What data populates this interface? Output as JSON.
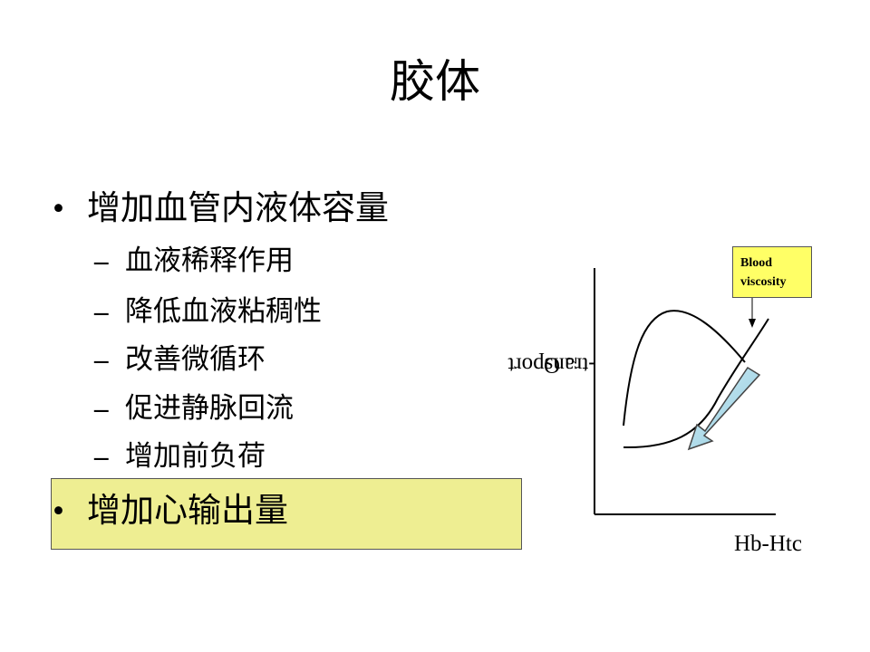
{
  "slide": {
    "title": "胶体",
    "bullets": [
      {
        "text": "增加血管内液体容量",
        "subitems": [
          "血液稀释作用",
          "降低血液粘稠性",
          "改善微循环",
          "促进静脉回流",
          "增加前负荷"
        ]
      },
      {
        "text": "增加心输出量",
        "highlighted": true
      }
    ],
    "bullet_symbol": "•",
    "dash_symbol": "–"
  },
  "diagram": {
    "callout_line1": "Blood",
    "callout_line2": "viscosity",
    "y_label_main": "O",
    "y_label_sub": "2",
    "y_label_rest": "-transport",
    "x_label": "Hb-Htc",
    "highlight_color": "#eeee92",
    "callout_color": "#ffff66",
    "arrow_color": "#a8d8e8"
  }
}
